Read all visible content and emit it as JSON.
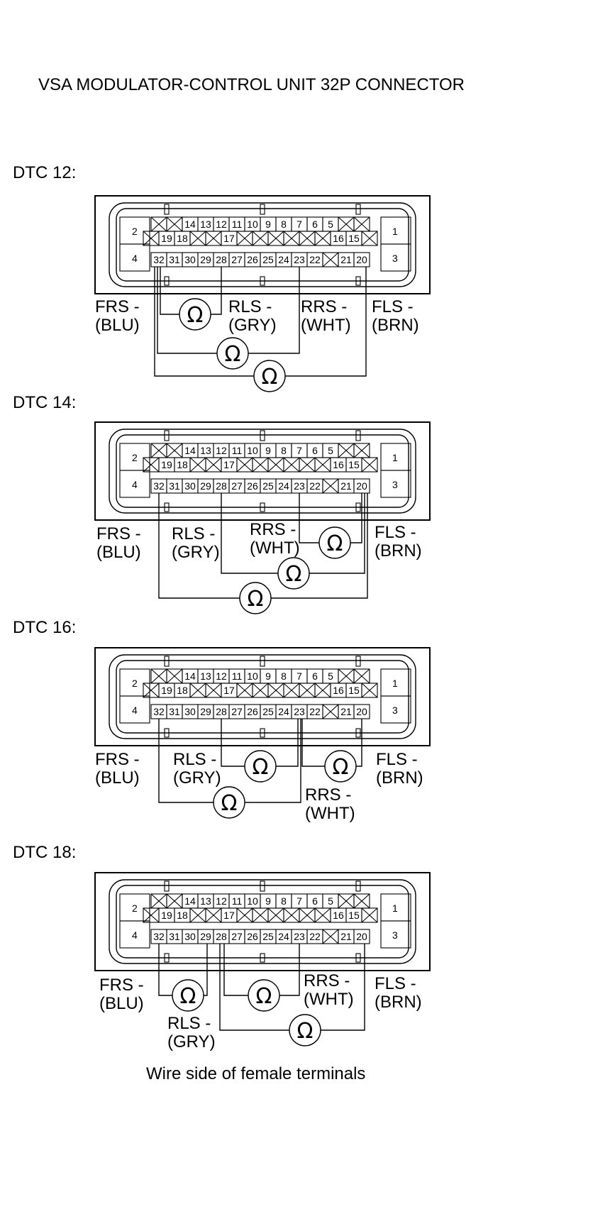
{
  "title": "VSA MODULATOR-CONTROL UNIT 32P CONNECTOR",
  "footer": "Wire side of female terminals",
  "ohm_symbol": "Ω",
  "connector": {
    "top_row": [
      "",
      "",
      "14",
      "13",
      "12",
      "11",
      "10",
      "9",
      "8",
      "7",
      "6",
      "5",
      "",
      ""
    ],
    "mid_row": [
      "",
      "19",
      "18",
      "",
      "",
      "17",
      "",
      "",
      "",
      "",
      "",
      "",
      "16",
      "15",
      ""
    ],
    "bottom_row": [
      "32",
      "31",
      "30",
      "29",
      "28",
      "27",
      "26",
      "25",
      "24",
      "23",
      "22",
      "",
      "21",
      "20"
    ],
    "corner_labels": {
      "top_left": "2",
      "bottom_left": "4",
      "top_right": "1",
      "bottom_right": "3"
    }
  },
  "diagrams": [
    {
      "dtc": "DTC 12:",
      "labels": {
        "frs": [
          "FRS -",
          "(BLU)"
        ],
        "rls": [
          "RLS -",
          "(GRY)"
        ],
        "rrs": [
          "RRS -",
          "(WHT)"
        ],
        "fls": [
          "FLS -",
          "(BRN)"
        ]
      }
    },
    {
      "dtc": "DTC 14:",
      "labels": {
        "frs": [
          "FRS -",
          "(BLU)"
        ],
        "rls": [
          "RLS -",
          "(GRY)"
        ],
        "rrs": [
          "RRS -",
          "(WHT)"
        ],
        "fls": [
          "FLS -",
          "(BRN)"
        ]
      }
    },
    {
      "dtc": "DTC 16:",
      "labels": {
        "frs": [
          "FRS -",
          "(BLU)"
        ],
        "rls": [
          "RLS -",
          "(GRY)"
        ],
        "rrs": [
          "RRS -",
          "(WHT)"
        ],
        "fls": [
          "FLS -",
          "(BRN)"
        ]
      }
    },
    {
      "dtc": "DTC 18:",
      "labels": {
        "frs": [
          "FRS -",
          "(BLU)"
        ],
        "rls": [
          "RLS -",
          "(GRY)"
        ],
        "rrs": [
          "RRS -",
          "(WHT)"
        ],
        "fls": [
          "FLS -",
          "(BRN)"
        ]
      }
    }
  ]
}
